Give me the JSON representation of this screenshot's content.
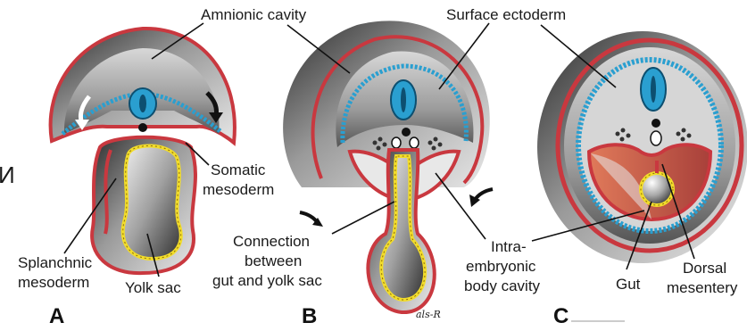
{
  "labels": {
    "amnionic_cavity": "Amnionic cavity",
    "surface_ectoderm": "Surface ectoderm",
    "somatic_mesoderm_1": "Somatic",
    "somatic_mesoderm_2": "mesoderm",
    "splanchnic_mesoderm_1": "Splanchnic",
    "splanchnic_mesoderm_2": "mesoderm",
    "yolk_sac": "Yolk sac",
    "connection_1": "Connection",
    "connection_2": "between",
    "connection_3": "gut and yolk sac",
    "intraembryonic_1": "Intra-",
    "intraembryonic_2": "embryonic",
    "intraembryonic_3": "body cavity",
    "gut": "Gut",
    "dorsal_mesentery_1": "Dorsal",
    "dorsal_mesentery_2": "mesentery",
    "edge_fragment": "И"
  },
  "panels": [
    "A",
    "B",
    "C"
  ],
  "signature": "als-R",
  "colors": {
    "somatic_red": "#c9383f",
    "ectoderm_blue": "#2a9fd0",
    "endoderm_yellow": "#f2dd2a",
    "tissue_gray": "#8c8c8c"
  }
}
